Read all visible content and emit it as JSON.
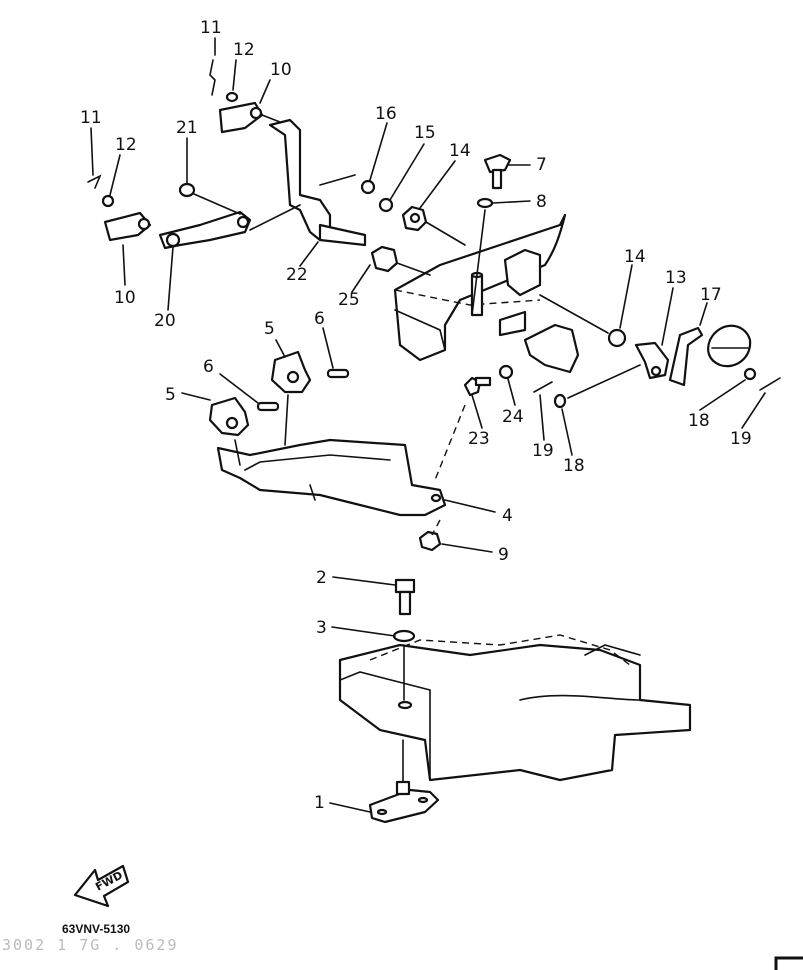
{
  "diagram": {
    "part_code": "63VNV-5130",
    "fwd_label": "FWD",
    "faded_code": "3002 1 7G . 0629",
    "callouts": [
      {
        "id": "c1",
        "text": "1"
      },
      {
        "id": "c2",
        "text": "2"
      },
      {
        "id": "c3",
        "text": "3"
      },
      {
        "id": "c4",
        "text": "4"
      },
      {
        "id": "c5a",
        "text": "5"
      },
      {
        "id": "c5b",
        "text": "5"
      },
      {
        "id": "c6a",
        "text": "6"
      },
      {
        "id": "c6b",
        "text": "6"
      },
      {
        "id": "c7",
        "text": "7"
      },
      {
        "id": "c8",
        "text": "8"
      },
      {
        "id": "c9",
        "text": "9"
      },
      {
        "id": "c10a",
        "text": "10"
      },
      {
        "id": "c10b",
        "text": "10"
      },
      {
        "id": "c11a",
        "text": "11"
      },
      {
        "id": "c11b",
        "text": "11"
      },
      {
        "id": "c12a",
        "text": "12"
      },
      {
        "id": "c12b",
        "text": "12"
      },
      {
        "id": "c13",
        "text": "13"
      },
      {
        "id": "c14a",
        "text": "14"
      },
      {
        "id": "c14b",
        "text": "14"
      },
      {
        "id": "c15",
        "text": "15"
      },
      {
        "id": "c16",
        "text": "16"
      },
      {
        "id": "c17",
        "text": "17"
      },
      {
        "id": "c18a",
        "text": "18"
      },
      {
        "id": "c18b",
        "text": "18"
      },
      {
        "id": "c19a",
        "text": "19"
      },
      {
        "id": "c19b",
        "text": "19"
      },
      {
        "id": "c20",
        "text": "20"
      },
      {
        "id": "c21",
        "text": "21"
      },
      {
        "id": "c22",
        "text": "22"
      },
      {
        "id": "c23",
        "text": "23"
      },
      {
        "id": "c24",
        "text": "24"
      },
      {
        "id": "c25",
        "text": "25"
      }
    ]
  }
}
